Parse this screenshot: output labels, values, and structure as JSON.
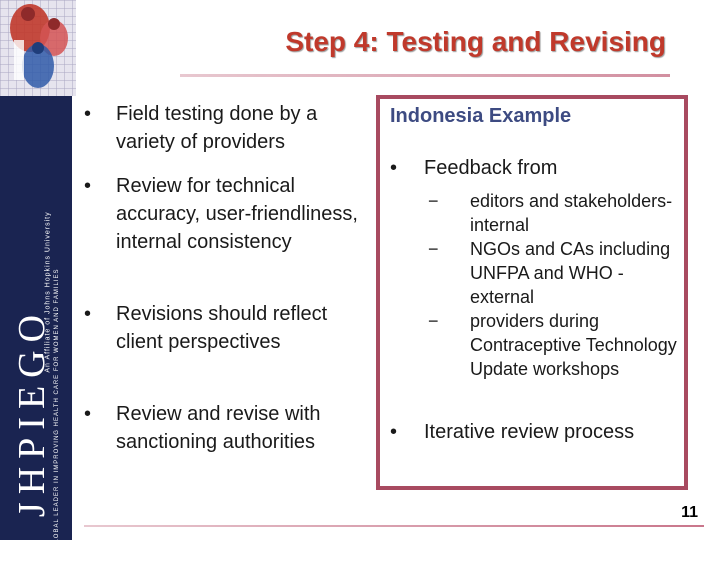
{
  "slide": {
    "title": "Step 4: Testing and Revising",
    "page_number": "11"
  },
  "brand": {
    "name": "JHPIEGO",
    "tagline": "A GLOBAL LEADER IN IMPROVING HEALTH CARE FOR WOMEN AND FAMILIES",
    "affiliate": "An Affiliate of Johns Hopkins University"
  },
  "left_bullets": [
    "Field testing done by a variety of providers",
    "Review for technical accuracy, user-friendliness, internal consistency",
    "Revisions should reflect client perspectives",
    "Review and revise with sanctioning authorities"
  ],
  "example": {
    "title": "Indonesia Example",
    "bullet_1": "Feedback from",
    "sub_items": [
      "editors and stakeholders- internal",
      "NGOs and CAs including UNFPA and WHO - external",
      "providers during Contraceptive Technology Update workshops"
    ],
    "bullet_2": "Iterative review process"
  },
  "symbols": {
    "bullet": "•",
    "dash": "−"
  },
  "colors": {
    "title": "#c0392b",
    "sidebar": "#1a2451",
    "box_border": "#a84a60",
    "example_title": "#3d4b82"
  },
  "icons": [
    "family-figures-icon"
  ]
}
